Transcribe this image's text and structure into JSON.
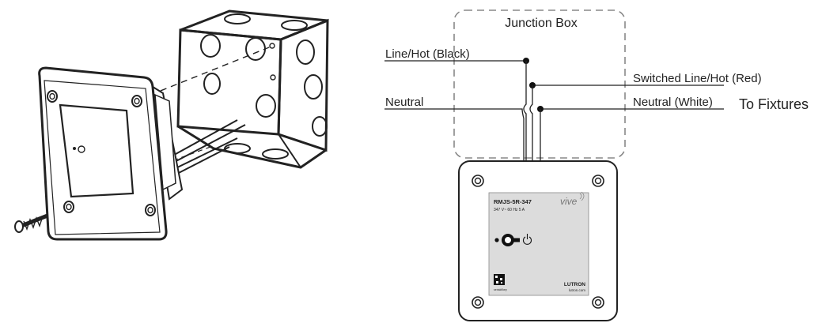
{
  "diagram": {
    "junction_box_label": "Junction Box",
    "wires": {
      "line_hot": "Line/Hot (Black)",
      "neutral_in": "Neutral",
      "switched_line": "Switched Line/Hot (Red)",
      "neutral_out": "Neutral (White)",
      "to_fixtures": "To Fixtures"
    },
    "device": {
      "model": "RMJS-5R-347",
      "rating": "347 V~ 60 Hz 5 A",
      "brand_script": "vive",
      "maker": "LUTRON",
      "website": "lutron.com",
      "qr_caption": "serial#/key"
    }
  }
}
